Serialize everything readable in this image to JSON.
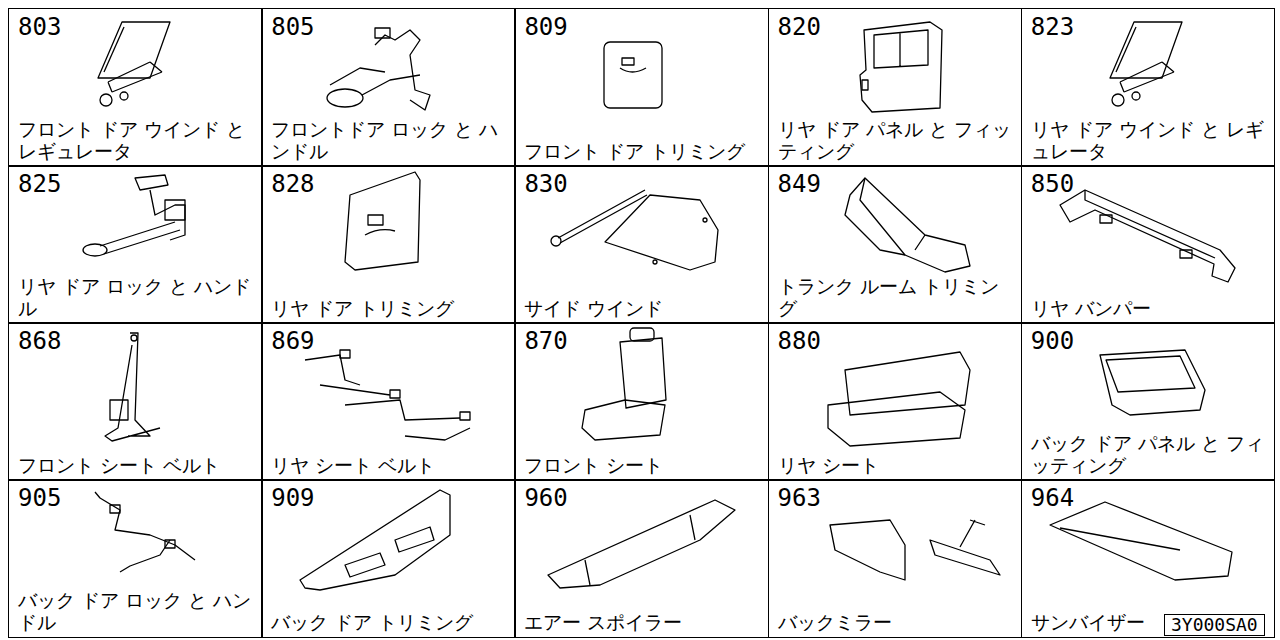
{
  "diagram": {
    "nodes": [
      {
        "text": [
          "803",
          "フロント ドア ウインド と レギュレータ"
        ]
      },
      {
        "text": [
          "805",
          "フロントドア ロック と ハンドル"
        ]
      },
      {
        "text": [
          "809",
          "フロント ドア トリミング"
        ]
      },
      {
        "text": [
          "820",
          "リヤ ドア パネル と フィッティング"
        ]
      },
      {
        "text": [
          "823",
          "リヤ ドア ウインド と レギュレータ"
        ]
      },
      {
        "text": [
          "825",
          "リヤ ドア ロック と ハンドル"
        ]
      },
      {
        "text": [
          "828",
          "リヤ ドア トリミング"
        ]
      },
      {
        "text": [
          "830",
          "サイド ウインド"
        ]
      },
      {
        "text": [
          "849",
          "トランク ルーム トリミング"
        ]
      },
      {
        "text": [
          "850",
          "リヤ バンパー"
        ]
      },
      {
        "text": [
          "868",
          "フロント シート ベルト"
        ]
      },
      {
        "text": [
          "869",
          "リヤ シート ベルト"
        ]
      },
      {
        "text": [
          "870",
          "フロント シート"
        ]
      },
      {
        "text": [
          "880",
          "リヤ シート"
        ]
      },
      {
        "text": [
          "900",
          "バック ドア パネル と フィッティング"
        ]
      },
      {
        "text": [
          "905",
          "バック ドア ロック と ハンドル"
        ]
      },
      {
        "text": [
          "909",
          "バック ドア トリミング"
        ]
      },
      {
        "text": [
          "960",
          "エアー スポイラー"
        ]
      },
      {
        "text": [
          "963",
          "バックミラー"
        ]
      },
      {
        "text": [
          "964",
          "サンバイザー"
        ]
      },
      {
        "text": [
          "3Y000SA0"
        ]
      }
    ]
  }
}
